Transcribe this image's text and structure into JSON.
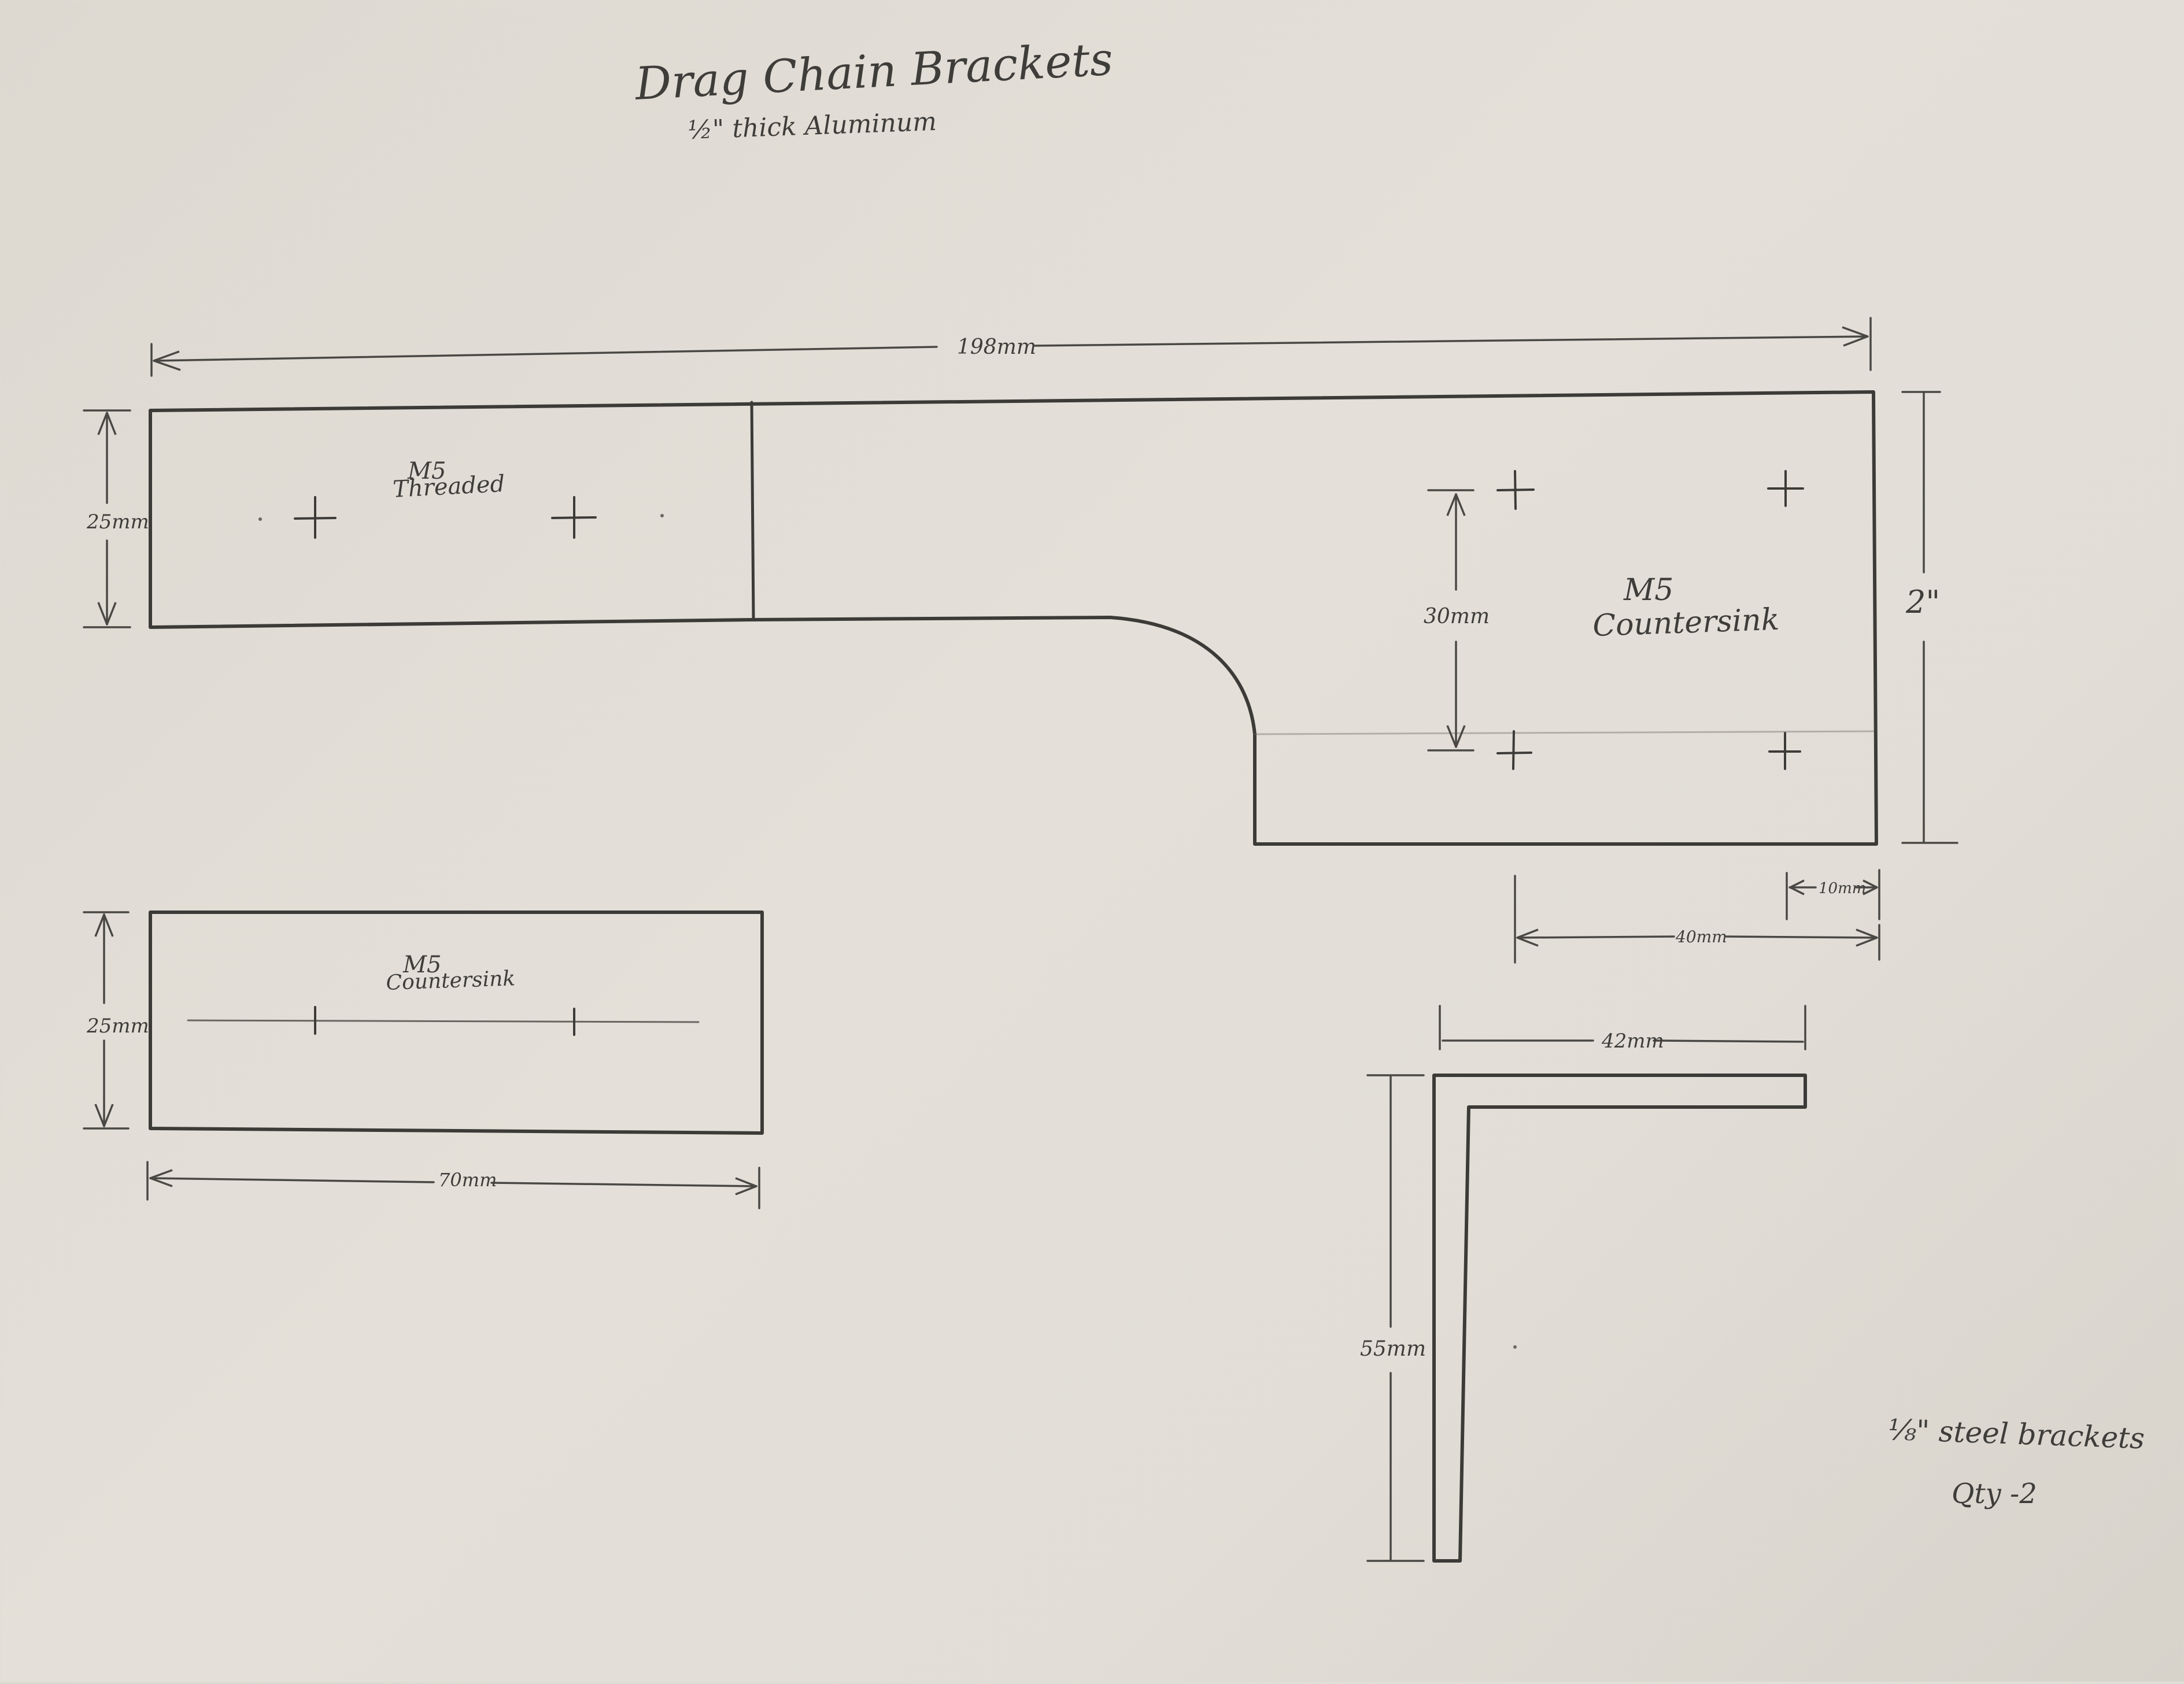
{
  "title": "Drag  Chain Brackets",
  "subtitle": "½\" thick Aluminum",
  "main_bracket": {
    "overall_length_label": "198mm",
    "height_left_label": "25mm",
    "height_right_label": "2\"",
    "left_holes_label_line1": "M5",
    "left_holes_label_line2": "Threaded",
    "right_holes_label_line1": "M5",
    "right_holes_label_line2": "Countersink",
    "hole_spacing_vertical_label": "30mm",
    "hole_offset_edge_label": "10mm",
    "hole_spacing_horizontal_label": "40mm"
  },
  "small_plate": {
    "height_label": "25mm",
    "width_label": "70mm",
    "holes_label_line1": "M5",
    "holes_label_line2": "Countersink"
  },
  "angle_bracket": {
    "width_label": "42mm",
    "height_label": "55mm",
    "note_line1": "⅛\"  steel  brackets",
    "note_line2": "Qty -2"
  }
}
